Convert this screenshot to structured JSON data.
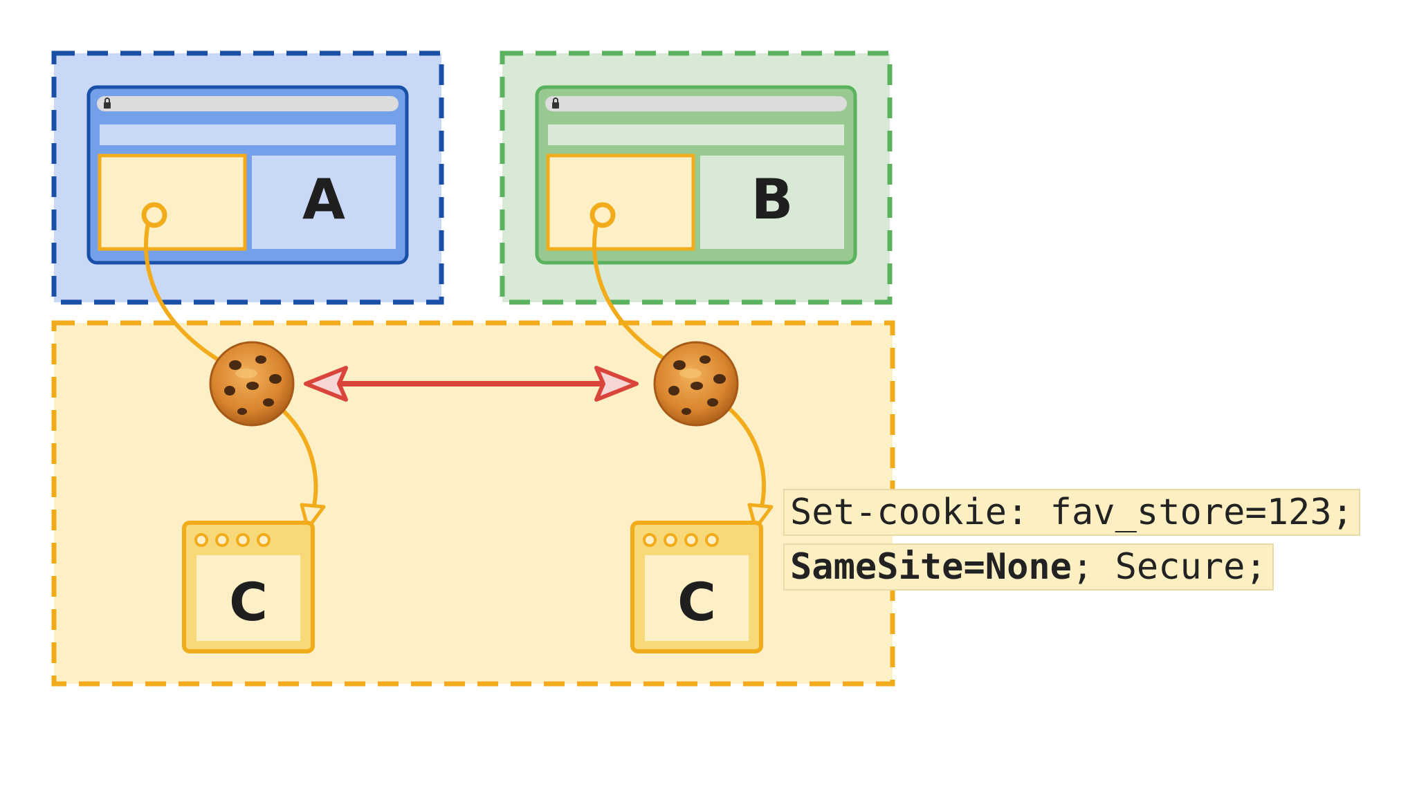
{
  "site_a": {
    "label": "A"
  },
  "site_b": {
    "label": "B"
  },
  "third_party": {
    "label": "C"
  },
  "cookie": {
    "line1": "Set-cookie: fav_store=123;",
    "line2_bold": "SameSite=None",
    "line2_rest": "; Secure;"
  },
  "colors": {
    "site_a_border": "#1a4fa8",
    "site_a_fill": "#c8d8f6",
    "site_b_border": "#5ab25e",
    "site_b_fill": "#d8ead6",
    "third_party_border": "#f2ab1b",
    "third_party_fill": "#fdf0c7",
    "arrow_red": "#d9443b"
  },
  "icons": [
    "lock-icon",
    "cookie-icon",
    "window-dots-icon"
  ]
}
